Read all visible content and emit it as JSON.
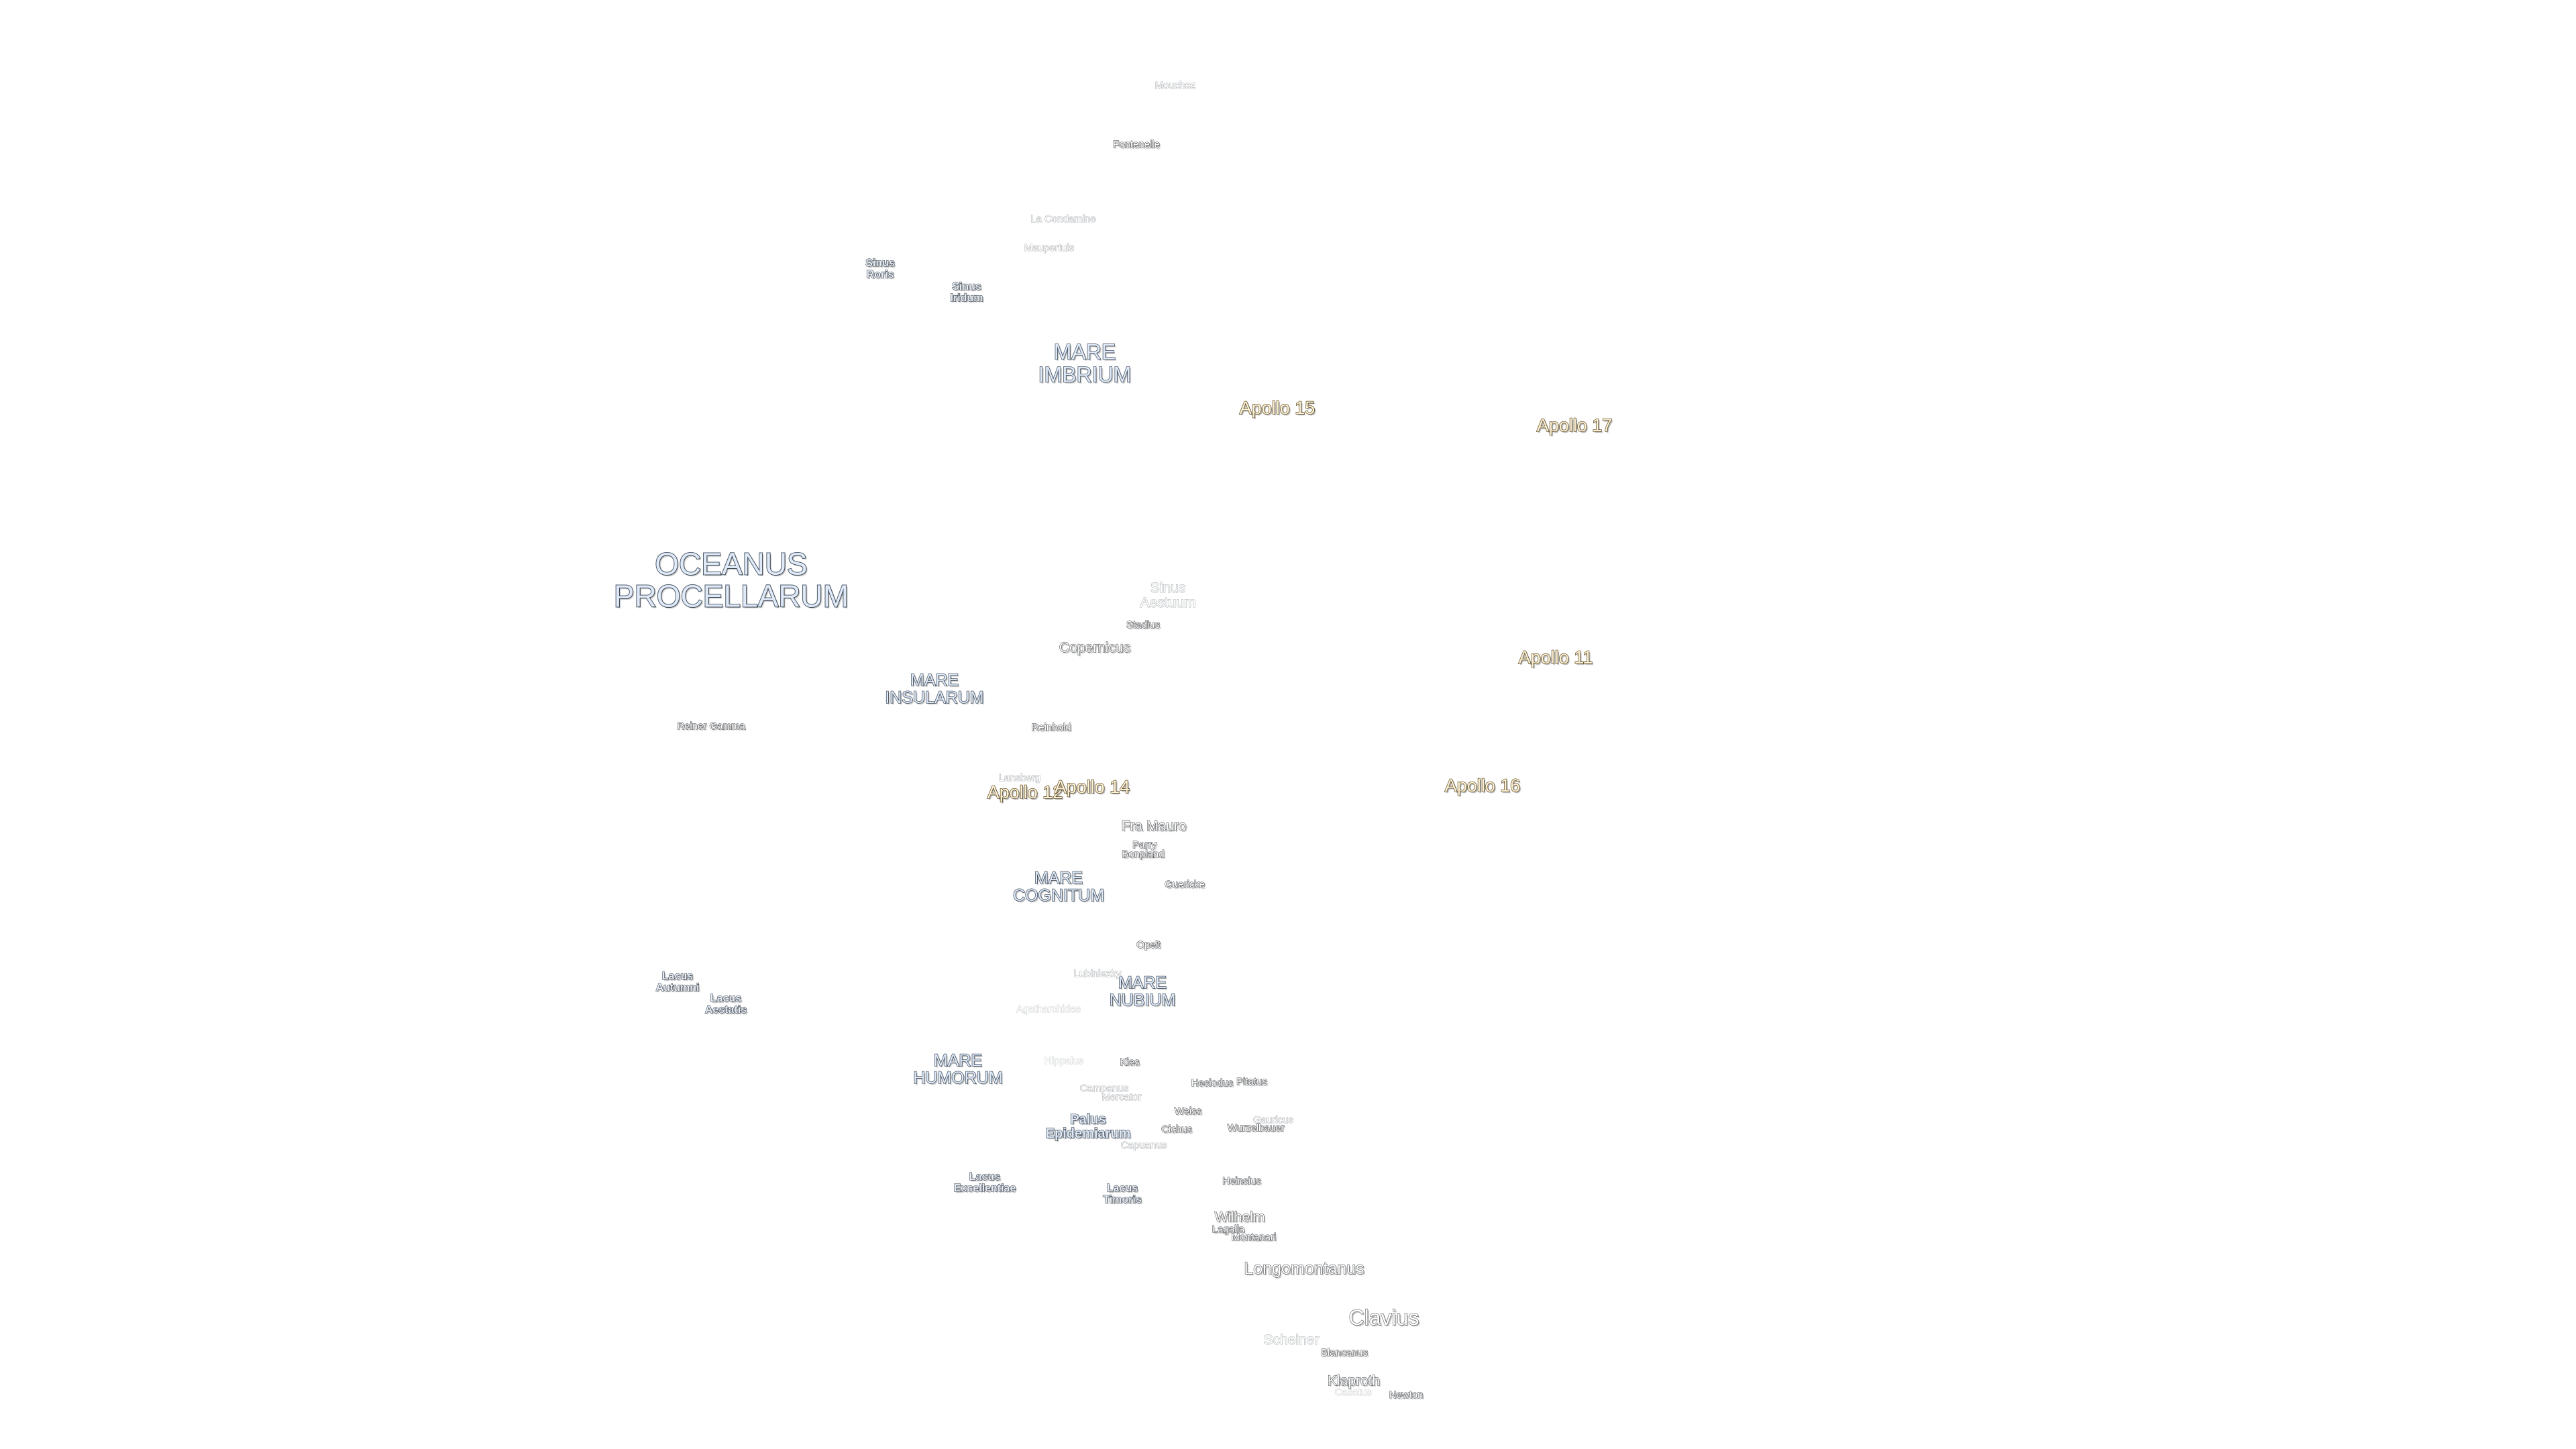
{
  "maria": [
    {
      "id": "oceanus-procellarum",
      "label": "OCEANUS\nPROCELLARUM"
    },
    {
      "id": "mare-imbrium",
      "label": "MARE\nIMBRIUM"
    },
    {
      "id": "mare-insularum",
      "label": "MARE\nINSULARUM"
    },
    {
      "id": "mare-cognitum",
      "label": "MARE\nCOGNITUM"
    },
    {
      "id": "mare-nubium",
      "label": "MARE\nNUBIUM"
    },
    {
      "id": "mare-humorum",
      "label": "MARE\nHUMORUM"
    }
  ],
  "features": [
    {
      "id": "sinus-roris",
      "label": "Sinus\nRoris"
    },
    {
      "id": "sinus-iridum",
      "label": "Sinus\nIridum"
    },
    {
      "id": "sinus-aestuum",
      "label": "Sinus\nAestuum"
    },
    {
      "id": "lacus-autumni",
      "label": "Lacus\nAutumni"
    },
    {
      "id": "lacus-aestatis",
      "label": "Lacus\nAestatis"
    },
    {
      "id": "lacus-excellentiae",
      "label": "Lacus\nExcellentiae"
    },
    {
      "id": "lacus-timoris",
      "label": "Lacus\nTimoris"
    },
    {
      "id": "palus-epidemiarum",
      "label": "Palus\nEpidemiarum"
    }
  ],
  "craters": [
    {
      "id": "mouchez",
      "label": "Mouchez"
    },
    {
      "id": "fontenelle",
      "label": "Fontenelle"
    },
    {
      "id": "la-condamine",
      "label": "La Condamine"
    },
    {
      "id": "maupertuis",
      "label": "Maupertuis"
    },
    {
      "id": "stadius",
      "label": "Stadius"
    },
    {
      "id": "copernicus",
      "label": "Copernicus"
    },
    {
      "id": "reiner-gamma",
      "label": "Reiner Gamma"
    },
    {
      "id": "reinhold",
      "label": "Reinhold"
    },
    {
      "id": "lansberg",
      "label": "Lansberg"
    },
    {
      "id": "fra-mauro",
      "label": "Fra Mauro"
    },
    {
      "id": "parry",
      "label": "Parry"
    },
    {
      "id": "bonpland",
      "label": "Bonpland"
    },
    {
      "id": "guericke",
      "label": "Guericke"
    },
    {
      "id": "opelt",
      "label": "Opelt"
    },
    {
      "id": "lubiniezky",
      "label": "Lubiniezky"
    },
    {
      "id": "agatharchides",
      "label": "Agatharchides"
    },
    {
      "id": "hippalus",
      "label": "Hippalus"
    },
    {
      "id": "kies",
      "label": "Kies"
    },
    {
      "id": "hesiodus",
      "label": "Hesiodus"
    },
    {
      "id": "pitatus",
      "label": "Pitatus"
    },
    {
      "id": "campanus",
      "label": "Campanus"
    },
    {
      "id": "mercator",
      "label": "Mercator"
    },
    {
      "id": "weiss",
      "label": "Weiss"
    },
    {
      "id": "cichus",
      "label": "Cichus"
    },
    {
      "id": "wurzelbauer",
      "label": "Wurzelbauer"
    },
    {
      "id": "gauricus",
      "label": "Gauricus"
    },
    {
      "id": "capuanus",
      "label": "Capuanus"
    },
    {
      "id": "heinsius",
      "label": "Heinsius"
    },
    {
      "id": "wilhelm",
      "label": "Wilhelm"
    },
    {
      "id": "lagalla",
      "label": "Lagalla"
    },
    {
      "id": "montanari",
      "label": "Montanari"
    },
    {
      "id": "longomontanus",
      "label": "Longomontanus"
    },
    {
      "id": "clavius",
      "label": "Clavius"
    },
    {
      "id": "scheiner",
      "label": "Scheiner"
    },
    {
      "id": "blancanus",
      "label": "Blancanus"
    },
    {
      "id": "klaproth",
      "label": "Klaproth"
    },
    {
      "id": "casatus",
      "label": "Casatus"
    },
    {
      "id": "newton",
      "label": "Newton"
    }
  ],
  "apollo_sites": [
    {
      "id": "apollo-15",
      "label": "Apollo 15"
    },
    {
      "id": "apollo-17",
      "label": "Apollo 17"
    },
    {
      "id": "apollo-11",
      "label": "Apollo 11"
    },
    {
      "id": "apollo-12",
      "label": "Apollo 12"
    },
    {
      "id": "apollo-14",
      "label": "Apollo 14"
    },
    {
      "id": "apollo-16",
      "label": "Apollo 16"
    }
  ],
  "colors": {
    "background": "#ffffff",
    "mare_fill": "#dfe9f7",
    "mare_outline": "#4c5a6a",
    "crater_outline": "#55595e",
    "apollo_fill": "#fff3d6",
    "apollo_outline": "#6b5830"
  }
}
